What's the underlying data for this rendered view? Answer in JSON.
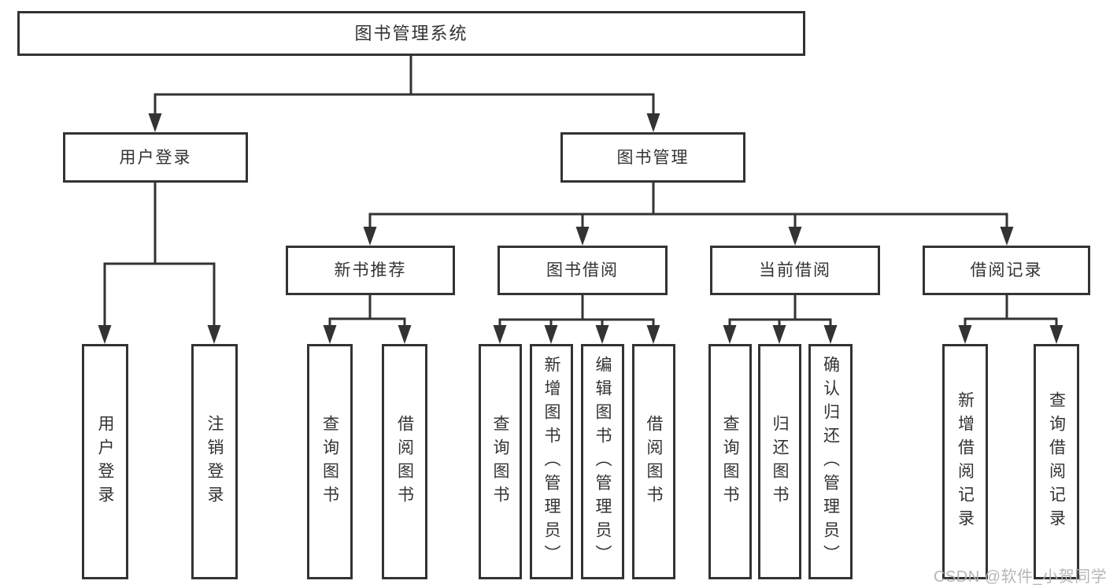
{
  "tree": {
    "root": {
      "label": "图书管理系统"
    },
    "children": [
      {
        "label": "用户登录",
        "children": [
          {
            "label": "用户登录"
          },
          {
            "label": "注销登录"
          }
        ]
      },
      {
        "label": "图书管理",
        "children": [
          {
            "label": "新书推荐",
            "children": [
              {
                "label": "查询图书"
              },
              {
                "label": "借阅图书"
              }
            ]
          },
          {
            "label": "图书借阅",
            "children": [
              {
                "label": "查询图书"
              },
              {
                "label": "新增图书（管理员）"
              },
              {
                "label": "编辑图书（管理员）"
              },
              {
                "label": "借阅图书"
              }
            ]
          },
          {
            "label": "当前借阅",
            "children": [
              {
                "label": "查询图书"
              },
              {
                "label": "归还图书"
              },
              {
                "label": "确认归还（管理员）"
              }
            ]
          },
          {
            "label": "借阅记录",
            "children": [
              {
                "label": "新增借阅记录"
              },
              {
                "label": "查询借阅记录"
              }
            ]
          }
        ]
      }
    ]
  },
  "watermark": "CSDN @软件_小贺同学",
  "colors": {
    "line": "#333333",
    "box_border": "#333333",
    "text": "#333333",
    "background": "#ffffff",
    "watermark": "#b3b3b3"
  }
}
